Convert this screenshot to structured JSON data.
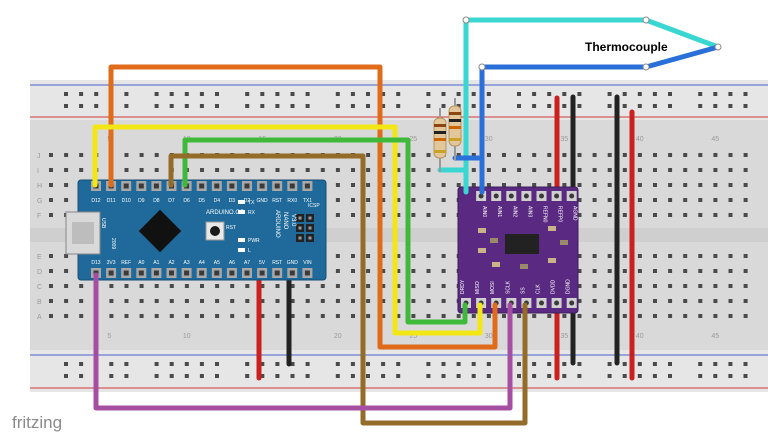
{
  "diagram": {
    "thermocouple_label": "Thermocouple",
    "watermark": "fritzing"
  },
  "breadboard": {
    "top_numbers": [
      "5",
      "10",
      "15",
      "20",
      "25",
      "30",
      "35",
      "40",
      "45"
    ],
    "bottom_numbers": [
      "5",
      "10",
      "20",
      "25",
      "30",
      "35",
      "40",
      "45"
    ],
    "row_letters_top": [
      "J",
      "I",
      "H",
      "G",
      "F"
    ],
    "row_letters_bottom": [
      "E",
      "D",
      "C",
      "B",
      "A"
    ]
  },
  "arduino": {
    "top_pins": [
      "D12",
      "D11",
      "D10",
      "D9",
      "D8",
      "D7",
      "D6",
      "D5",
      "D4",
      "D3",
      "D2",
      "GND",
      "RST",
      "RX0",
      "TX1"
    ],
    "bottom_pins": [
      "D13",
      "3V3",
      "REF",
      "A0",
      "A1",
      "A2",
      "A3",
      "A4",
      "A5",
      "A6",
      "A7",
      "5V",
      "RST",
      "GND",
      "VIN"
    ],
    "board_text": [
      "ARDUINO",
      "NANO",
      "V3.0"
    ],
    "brand": "ARDUINO.CC",
    "year": "2009",
    "usb_label": "USB",
    "led_labels": [
      "TX",
      "RX",
      "PWR",
      "L"
    ],
    "rst_label": "RST",
    "icsp_label": "ICSP"
  },
  "adc_module": {
    "top_pins": [
      "AIN0",
      "AIN1",
      "AIN2",
      "AIN3",
      "REFN0",
      "REFP0",
      "AGND"
    ],
    "bottom_pins": [
      "DRDY",
      "MISO",
      "MOSI",
      "SCLK",
      "SS",
      "CLK",
      "DVDD",
      "DGND"
    ]
  },
  "colors": {
    "orange": "#e06c1b",
    "yellow": "#f2e615",
    "green": "#3fb93a",
    "brown": "#946c2a",
    "purple": "#a44fa1",
    "cyan": "#3ad6d1",
    "blue": "#2b6fd8",
    "red": "#cc1f1f",
    "black": "#222222",
    "arduino_blue": "#1f6a9a",
    "module_purple": "#5a2a82"
  }
}
